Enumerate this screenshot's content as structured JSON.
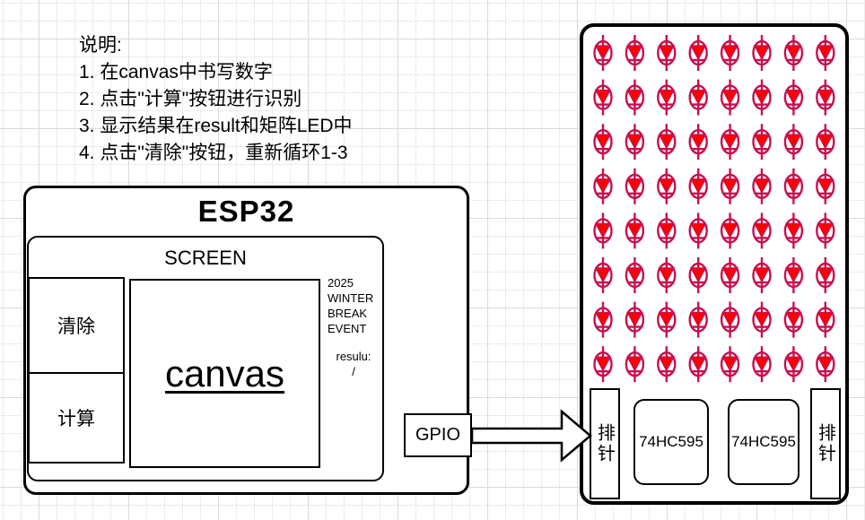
{
  "instructions": {
    "title": "说明:",
    "items": [
      "1. 在canvas中书写数字",
      "2. 点击\"计算\"按钮进行识别",
      "3. 显示结果在result和矩阵LED中",
      "4. 点击\"清除\"按钮，重新循环1-3"
    ]
  },
  "esp32": {
    "title": "ESP32",
    "screen": {
      "title": "SCREEN",
      "clear_button": "清除",
      "calc_button": "计算",
      "canvas_label": "canvas",
      "note_lines": [
        "2025",
        "WINTER",
        "BREAK",
        "EVENT"
      ],
      "result_label": "resulu:",
      "result_value": "/"
    },
    "gpio_label": "GPIO"
  },
  "led_matrix": {
    "rows": 8,
    "cols": 8,
    "led_outline_color": "#C8104E",
    "led_fill_color": "#FF0000",
    "pin_header_left": "排针",
    "pin_header_right": "排针",
    "chip_1": "74HC595",
    "chip_2": "74HC595"
  }
}
